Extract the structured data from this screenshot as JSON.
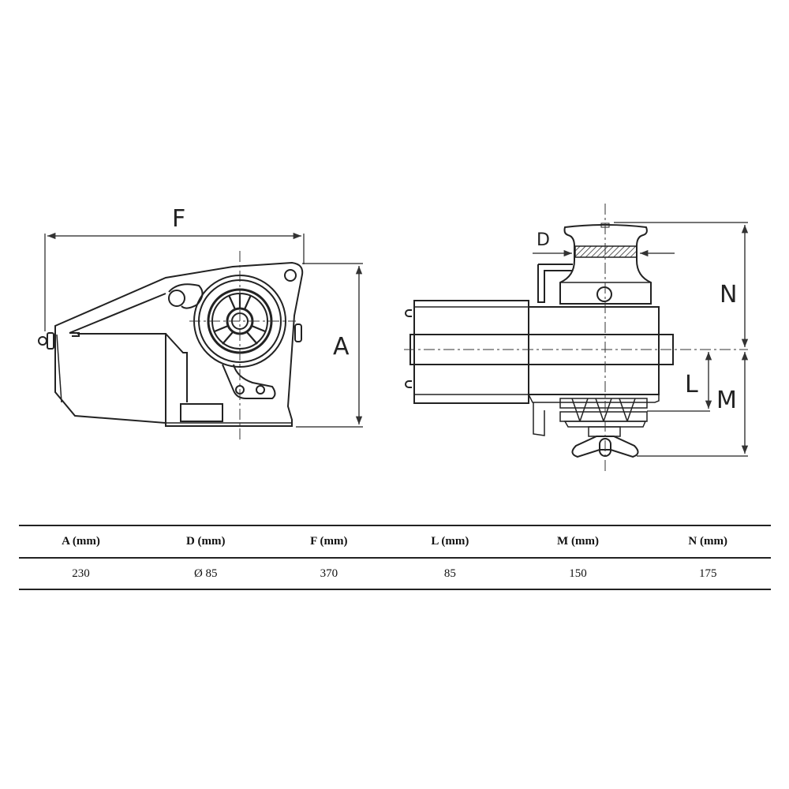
{
  "drawing": {
    "side_view": {
      "dimension_labels": {
        "width": "F",
        "height": "A"
      }
    },
    "front_view": {
      "dimension_labels": {
        "drum_diameter": "D",
        "top_height": "N",
        "gypsy_offset": "L",
        "bottom_height": "M"
      }
    }
  },
  "table": {
    "headers": [
      "A (mm)",
      "D (mm)",
      "F (mm)",
      "L (mm)",
      "M (mm)",
      "N (mm)"
    ],
    "rows": [
      [
        "230",
        "Ø 85",
        "370",
        "85",
        "150",
        "175"
      ]
    ]
  }
}
